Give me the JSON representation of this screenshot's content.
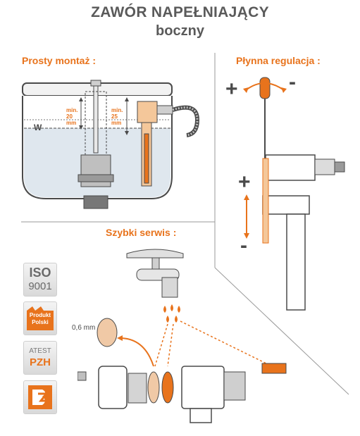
{
  "title": {
    "line1": "ZAWÓR NAPEŁNIAJĄCY",
    "line2": "boczny"
  },
  "sections": {
    "assembly": "Prosty montaż :",
    "adjustment": "Płynna regulacja :",
    "service": "Szybki serwis :"
  },
  "dimensions": {
    "min20": "min.\n20 mm",
    "min25": "min.\n25 mm",
    "water_mark": "W",
    "membrane": "0,6 mm"
  },
  "adjustment_signs": {
    "plus_top": "+",
    "minus_top": "-",
    "plus_side": "+",
    "minus_side": "-"
  },
  "badges": {
    "iso_line1": "ISO",
    "iso_line2": "9001",
    "produkt_line1": "Produkt",
    "produkt_line2": "Polski",
    "atest_line1": "ATEST",
    "atest_line2": "PZH"
  },
  "colors": {
    "accent": "#e8731c",
    "line": "#4a4a4a",
    "water": "#dfe7ee"
  }
}
